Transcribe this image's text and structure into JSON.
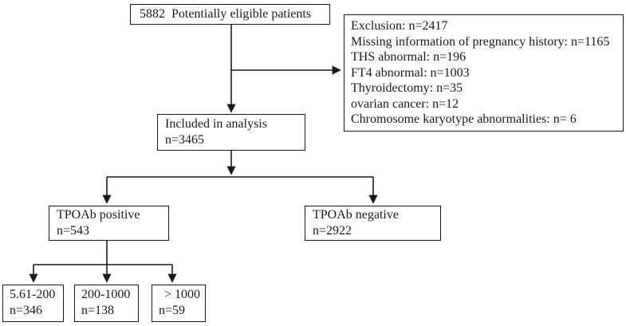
{
  "flowchart": {
    "colors": {
      "line": "#1a1a1a",
      "text": "#1a1a1a",
      "background": "#ffffff",
      "box_background": "#ffffff"
    },
    "eligible": {
      "text": "5882  Potentially eligible patients"
    },
    "exclusion": {
      "lines": [
        "Exclusion: n=2417",
        "Missing information of pregnancy history: n=1165",
        "THS abnormal: n=196",
        "FT4 abnormal: n=1003",
        "Thyroidectomy: n=35",
        "ovarian cancer: n=12",
        "Chromosome karyotype abnormalities: n= 6"
      ]
    },
    "included": {
      "title": "Included in analysis",
      "count": "n=3465"
    },
    "tpoab_positive": {
      "title": "TPOAb positive",
      "count": "n=543"
    },
    "tpoab_negative": {
      "title": "TPOAb negative",
      "count": "n=2922"
    },
    "subgroups": [
      {
        "title": "5.61-200",
        "count": "n=346"
      },
      {
        "title": "200-1000",
        "count": "n=138"
      },
      {
        "title": "> 1000",
        "count": "n=59"
      }
    ]
  }
}
